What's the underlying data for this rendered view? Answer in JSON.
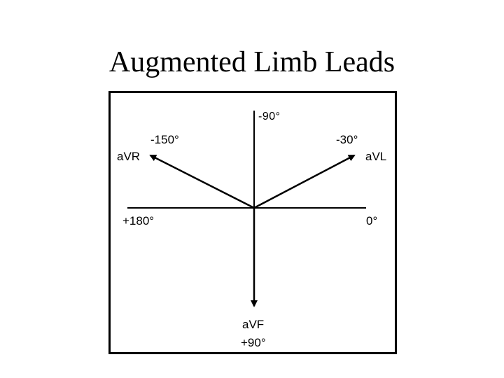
{
  "slide": {
    "title": "Augmented Limb Leads"
  },
  "diagram": {
    "labels": {
      "top_axis": "-90°",
      "bottom_axis": "+90°",
      "left_axis": "+180°",
      "right_axis": "0°",
      "avr_angle": "-150°",
      "avr_name": "aVR",
      "avl_angle": "-30°",
      "avl_name": "aVL",
      "avf_name": "aVF"
    },
    "colors": {
      "line": "#000000",
      "background": "#ffffff"
    }
  }
}
